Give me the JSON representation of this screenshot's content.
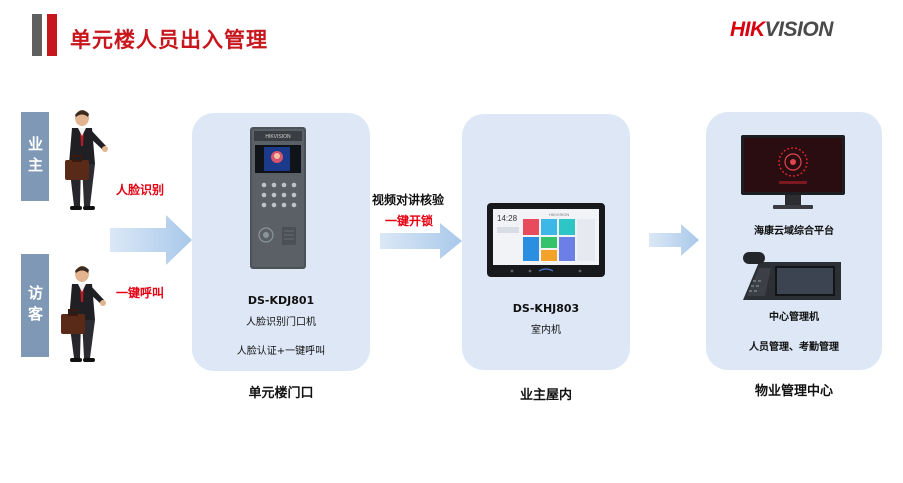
{
  "header": {
    "title": "单元楼人员出入管理",
    "logo_hik": "HIK",
    "logo_vision": "VISION"
  },
  "left": {
    "owner_tag": "业主",
    "visitor_tag": "访客",
    "owner_action": "人脸识别",
    "visitor_action": "一键呼叫"
  },
  "door": {
    "model": "DS-KDJ801",
    "name": "人脸识别门口机",
    "feature": "人脸认证+一键呼叫",
    "location": "单元楼门口"
  },
  "link": {
    "line1": "视频对讲核验",
    "line2": "一键开锁"
  },
  "indoor": {
    "model": "DS-KHJ803",
    "name": "室内机",
    "location": "业主屋内",
    "screen_time": "14:28",
    "screen_brand": "HIKVISION"
  },
  "center": {
    "platform_name": "海康云域综合平台",
    "station_name": "中心管理机",
    "station_desc": "人员管理、考勤管理",
    "location": "物业管理中心"
  },
  "colors": {
    "accent_red": "#c8161d",
    "label_red": "#e60012",
    "tag_blue": "#7f98b5",
    "panel_bg": "#dde7f5",
    "arrow_blue": "#a9c8ea"
  }
}
